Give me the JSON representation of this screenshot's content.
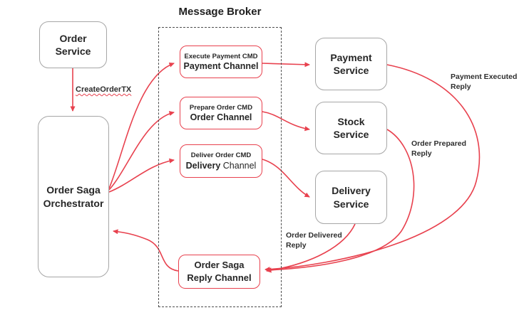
{
  "diagram": {
    "broker_title": "Message Broker",
    "colors": {
      "edge_red": "#e8414e",
      "node_border_gray": "#a6a6a6",
      "broker_dash": "#4d4d4d",
      "text": "#262626"
    },
    "nodes": {
      "order_service": {
        "line1": "Order",
        "line2": "Service"
      },
      "orchestrator": {
        "line1": "Order Saga",
        "line2": "Orchestrator"
      },
      "payment_service": {
        "line1": "Payment",
        "line2": "Service"
      },
      "stock_service": {
        "line1": "Stock",
        "line2": "Service"
      },
      "delivery_service": {
        "line1": "Delivery",
        "line2": "Service"
      },
      "payment_channel": {
        "line1": "Execute Payment CMD",
        "line2": "Payment Channel"
      },
      "order_channel": {
        "line1": "Prepare Order CMD",
        "line2": "Order Channel"
      },
      "delivery_channel": {
        "line1": "Deliver Order CMD",
        "line2a": "Delivery",
        "line2b": " Channel"
      },
      "reply_channel": {
        "line1": "Order Saga",
        "line2": "Reply Channel"
      }
    },
    "edge_labels": {
      "create_order": {
        "line1": "CreateOrderTX"
      },
      "payment_executed": {
        "line1": "Payment Executed",
        "line2": "Reply"
      },
      "order_prepared": {
        "line1": "Order Prepared",
        "line2": "Reply"
      },
      "order_delivered": {
        "line1": "Order Delivered",
        "line2": "Reply"
      }
    }
  }
}
